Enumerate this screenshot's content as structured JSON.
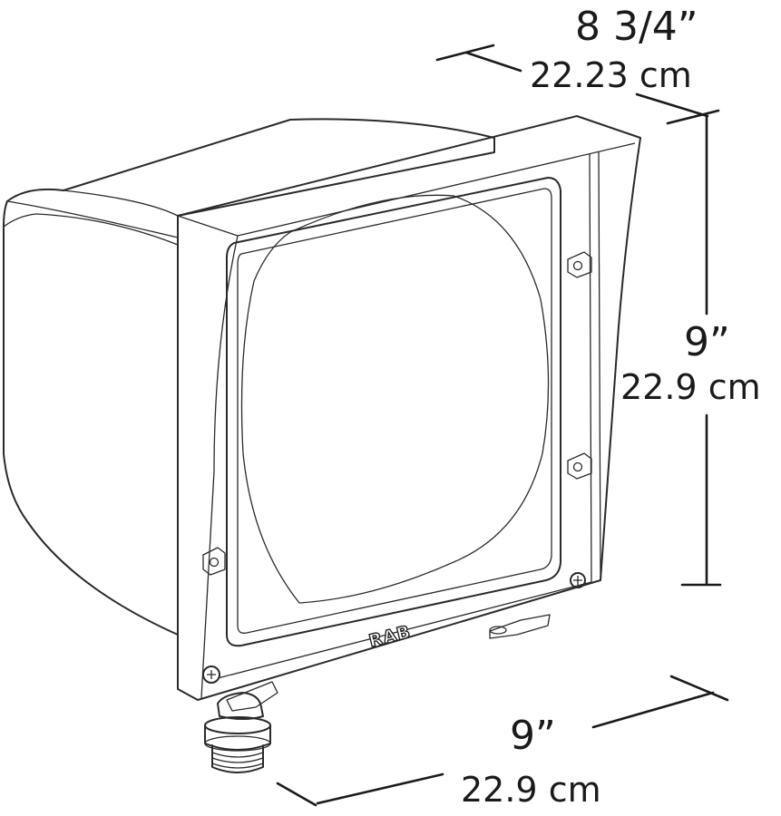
{
  "dimensions": {
    "depth": {
      "inches": "8 3/4”",
      "metric": "22.23 cm"
    },
    "height": {
      "inches": "9”",
      "metric": "22.9 cm"
    },
    "width": {
      "inches": "9”",
      "metric": "22.9 cm"
    }
  },
  "fixture": {
    "brand": "RAB"
  },
  "colors": {
    "line": "#2a2a2a",
    "background": "#ffffff"
  }
}
